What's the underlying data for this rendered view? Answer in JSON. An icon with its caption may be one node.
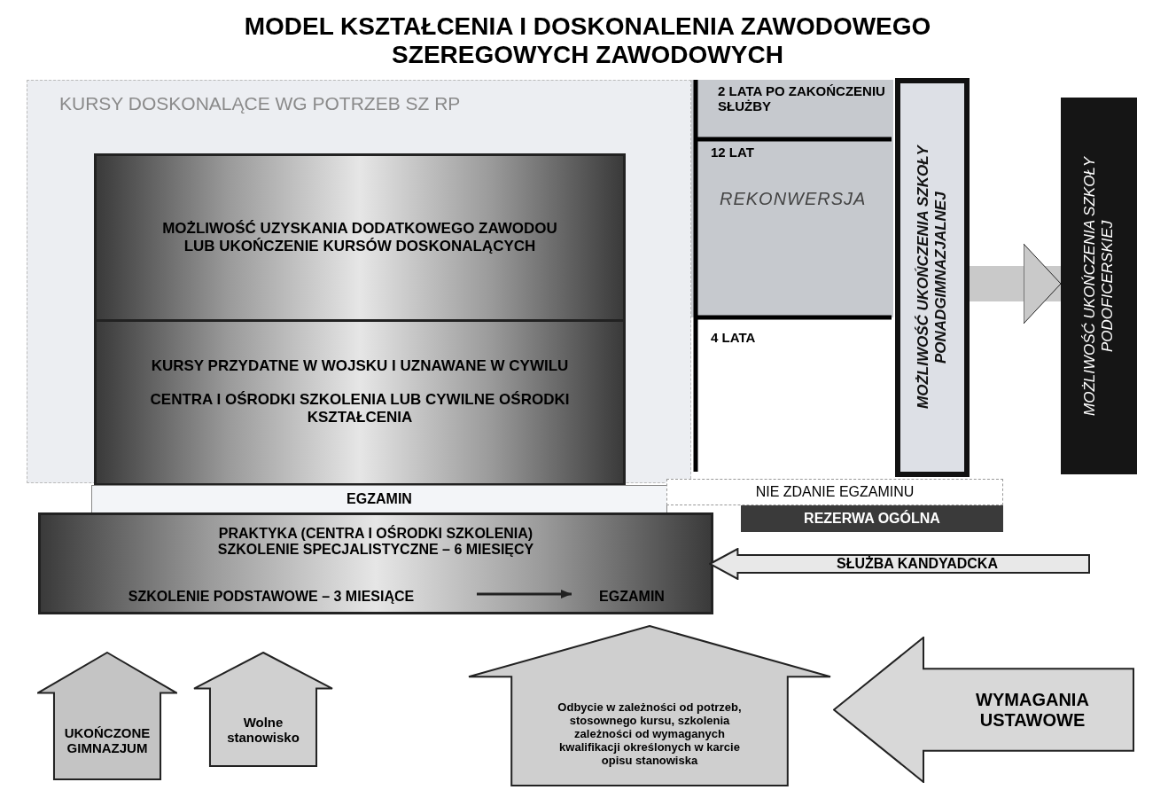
{
  "diagram": {
    "title": "MODEL KSZTAŁCENIA I DOSKONALENIA ZAWODOWEGO SZEREGOWYCH ZAWODOWYCH",
    "nodes": [
      {
        "text": [
          "KURSY DOSKONALĄCE WG POTRZEB SZ RP"
        ]
      },
      {
        "text": [
          "MOŻLIWOŚĆ UZYSKANIA DODATKOWEGO ZAWODOU",
          "LUB UKOŃCZENIE KURSÓW DOSKONALĄCYCH"
        ],
        "in": 0
      },
      {
        "text": [
          "KURSY PRZYDATNE W WOJSKU I UZNAWANE W CYWILU",
          "CENTRA I OŚRODKI SZKOLENIA LUB CYWILNE OŚRODKI KSZTAŁCENIA"
        ],
        "in": 0
      },
      {
        "text": [
          "REKONWERSJA"
        ]
      },
      {
        "text": [
          "MOŻLIWOŚĆ UKOŃCZENIA SZKOŁY PONADGIMNAZJALNEJ"
        ]
      },
      {
        "text": [
          "MOŻLIWOŚĆ UKOŃCZENIA SZKOŁY PODOFICERSKIEJ"
        ]
      },
      {
        "text": [
          "EGZAMIN"
        ]
      },
      {
        "text": [
          "NIE ZDANIE EGZAMINU"
        ]
      },
      {
        "text": [
          "REZERWA OGÓLNA"
        ]
      },
      {
        "text": [
          "PRAKTYKA (CENTRA I OŚRODKI SZKOLENIA)",
          "SZKOLENIE SPECJALISTYCZNE – 6 MIESIĘCY"
        ]
      },
      {
        "text": [
          "SZKOLENIE PODSTAWOWE – 3 MIESIĄCE"
        ],
        "in": 9
      },
      {
        "text": [
          "EGZAMIN"
        ],
        "in": 9
      },
      {
        "text": [
          "SŁUŻBA KANDYADCKA"
        ]
      },
      {
        "text": [
          "UKOŃCZONE GIMNAZJUM"
        ]
      },
      {
        "text": [
          "Wolne stanowisko"
        ]
      },
      {
        "text": [
          "Odbycie w zależności od potrzeb, stosownego kursu, szkolenia zależności od wymaganych kwalifikacji określonych w karcie opisu stanowiska"
        ]
      },
      {
        "text": [
          "WYMAGANIA USTAWOWE"
        ]
      }
    ],
    "edges": [
      {
        "from": 4,
        "to": 5,
        "arrow": "to",
        "style": "thick",
        "color": "#c9c9c9"
      },
      {
        "from": 10,
        "to": 11,
        "arrow": "to",
        "color": "#222222"
      }
    ],
    "labels": [
      "2 LATA PO ZAKOŃCZENIU SŁUŻBY",
      "12 LAT",
      "4 LATA"
    ]
  }
}
